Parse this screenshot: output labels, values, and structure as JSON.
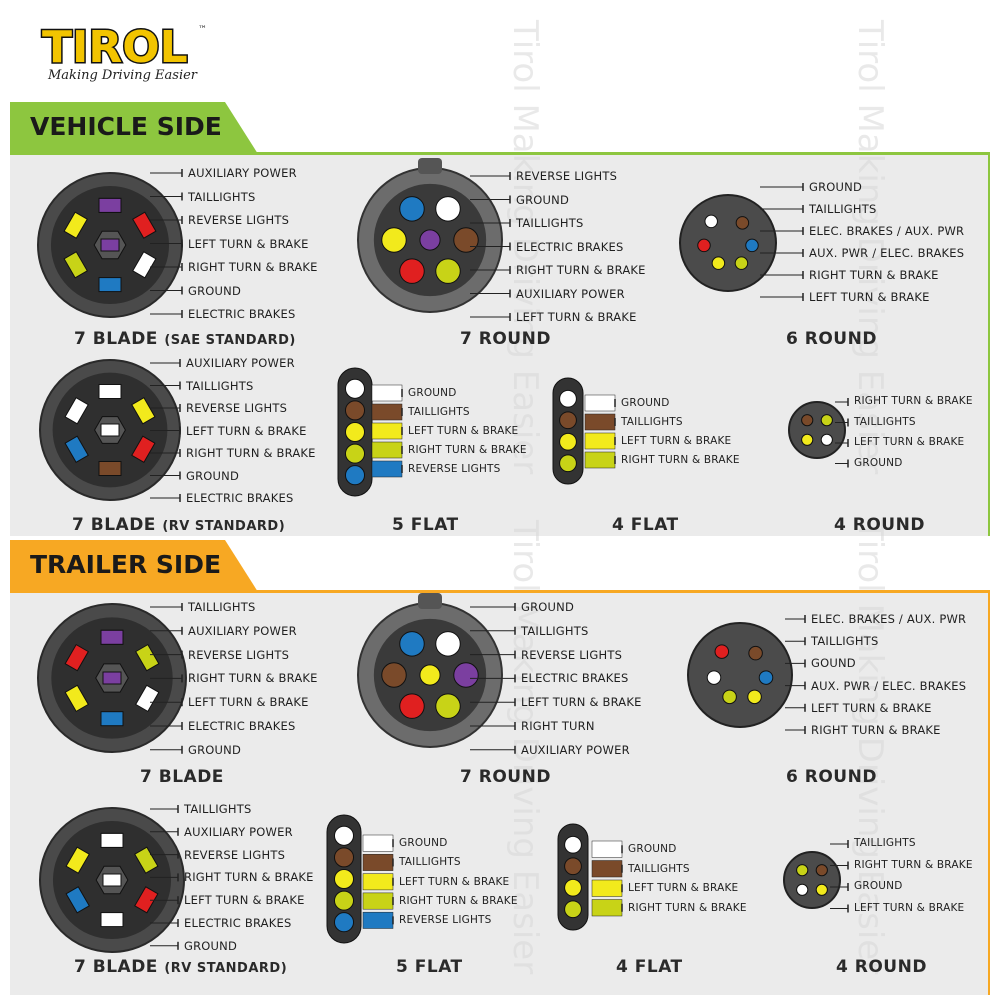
{
  "brand": {
    "logo_text": "TIROL",
    "trademark": "™",
    "tagline": "Making Driving Easier",
    "watermark_text": "Tirol Making Driving Easier"
  },
  "colors": {
    "vehicle_accent": "#8dc63f",
    "trailer_accent": "#f7a823",
    "panel": "#ebebeb",
    "connector": "#3a3a3a",
    "white_wire": "#ffffff",
    "brown_wire": "#7a4a2a",
    "yellow_wire": "#f2ea1c",
    "green_wire": "#c8d317",
    "blue_wire": "#1f7ac2",
    "red_wire": "#e02020",
    "purple_wire": "#7b3fa0"
  },
  "vehicle": {
    "title": "VEHICLE SIDE",
    "blade7": {
      "caption": "7 BLADE",
      "caption_sub": "(SAE STANDARD)",
      "labels": [
        "AUXILIARY POWER",
        "TAILLIGHTS",
        "REVERSE LIGHTS",
        "LEFT TURN & BRAKE",
        "RIGHT TURN & BRAKE",
        "GROUND",
        "ELECTRIC BRAKES"
      ]
    },
    "round7": {
      "caption": "7 ROUND",
      "labels": [
        "REVERSE LIGHTS",
        "GROUND",
        "TAILLIGHTS",
        "ELECTRIC BRAKES",
        "RIGHT TURN & BRAKE",
        "AUXILIARY POWER",
        "LEFT TURN & BRAKE"
      ]
    },
    "round6": {
      "caption": "6 ROUND",
      "labels": [
        "GROUND",
        "TAILLIGHTS",
        "ELEC. BRAKES / AUX. PWR",
        "AUX. PWR / ELEC. BRAKES",
        "RIGHT TURN & BRAKE",
        "LEFT TURN & BRAKE"
      ]
    },
    "blade7rv": {
      "caption": "7 BLADE",
      "caption_sub": "(RV STANDARD)",
      "labels": [
        "AUXILIARY POWER",
        "TAILLIGHTS",
        "REVERSE LIGHTS",
        "LEFT TURN & BRAKE",
        "RIGHT TURN & BRAKE",
        "GROUND",
        "ELECTRIC BRAKES"
      ]
    },
    "flat5": {
      "caption": "5 FLAT",
      "labels": [
        "GROUND",
        "TAILLIGHTS",
        "LEFT TURN & BRAKE",
        "RIGHT TURN & BRAKE",
        "REVERSE LIGHTS"
      ]
    },
    "flat4": {
      "caption": "4 FLAT",
      "labels": [
        "GROUND",
        "TAILLIGHTS",
        "LEFT TURN & BRAKE",
        "RIGHT TURN & BRAKE"
      ]
    },
    "round4": {
      "caption": "4 ROUND",
      "labels": [
        "RIGHT TURN & BRAKE",
        "TAILLIGHTS",
        "LEFT TURN & BRAKE",
        "GROUND"
      ]
    }
  },
  "trailer": {
    "title": "TRAILER SIDE",
    "blade7": {
      "caption": "7 BLADE",
      "labels": [
        "TAILLIGHTS",
        "AUXILIARY POWER",
        "REVERSE LIGHTS",
        "RIGHT TURN & BRAKE",
        "LEFT TURN & BRAKE",
        "ELECTRIC BRAKES",
        "GROUND"
      ]
    },
    "round7": {
      "caption": "7 ROUND",
      "labels": [
        "GROUND",
        "TAILLIGHTS",
        "REVERSE LIGHTS",
        "ELECTRIC BRAKES",
        "LEFT TURN & BRAKE",
        "RIGHT TURN",
        "AUXILIARY POWER"
      ]
    },
    "round6": {
      "caption": "6 ROUND",
      "labels": [
        "ELEC. BRAKES / AUX. PWR",
        "TAILLIGHTS",
        "GOUND",
        "AUX. PWR / ELEC. BRAKES",
        "LEFT TURN & BRAKE",
        "RIGHT TURN & BRAKE"
      ]
    },
    "blade7rv": {
      "caption": "7 BLADE",
      "caption_sub": "(RV STANDARD)",
      "labels": [
        "TAILLIGHTS",
        "AUXILIARY POWER",
        "REVERSE LIGHTS",
        "RIGHT TURN & BRAKE",
        "LEFT TURN & BRAKE",
        "ELECTRIC BRAKES",
        "GROUND"
      ]
    },
    "flat5": {
      "caption": "5 FLAT",
      "labels": [
        "GROUND",
        "TAILLIGHTS",
        "LEFT TURN & BRAKE",
        "RIGHT TURN & BRAKE",
        "REVERSE LIGHTS"
      ]
    },
    "flat4": {
      "caption": "4 FLAT",
      "labels": [
        "GROUND",
        "TAILLIGHTS",
        "LEFT TURN & BRAKE",
        "RIGHT TURN & BRAKE"
      ]
    },
    "round4": {
      "caption": "4 ROUND",
      "labels": [
        "TAILLIGHTS",
        "RIGHT TURN & BRAKE",
        "GROUND",
        "LEFT TURN & BRAKE"
      ]
    }
  }
}
